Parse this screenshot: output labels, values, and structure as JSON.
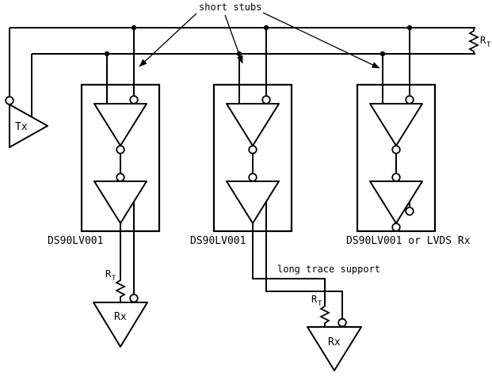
{
  "diagram": {
    "background_color": "#ffffff",
    "line_color": "#000000",
    "short_stubs_label": "short stubs",
    "long_trace_label": "long trace support",
    "tx_label": "Tx",
    "rx_labels": [
      "Rx",
      "Rx"
    ],
    "devices": [
      {
        "label": "DS90LV001"
      },
      {
        "label": "DS90LV001"
      },
      {
        "label": "DS90LV001 or LVDS Rx"
      }
    ],
    "termination": {
      "main": "R",
      "sub": "T"
    }
  }
}
